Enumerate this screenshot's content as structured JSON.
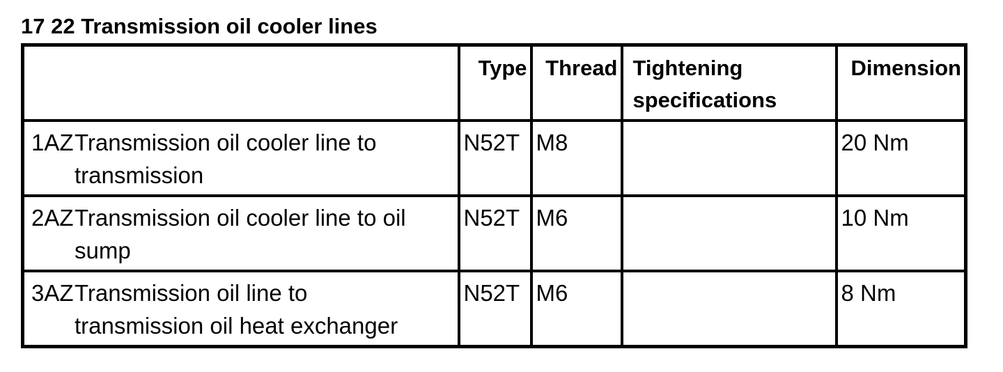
{
  "page": {
    "background_color": "#ffffff",
    "text_color": "#000000",
    "border_color": "#000000"
  },
  "title": "17 22 Transmission oil cooler lines",
  "table": {
    "columns": [
      {
        "key": "item",
        "label": "",
        "align": "left"
      },
      {
        "key": "type",
        "label": "Type",
        "align": "right"
      },
      {
        "key": "thread",
        "label": "Thread",
        "align": "right"
      },
      {
        "key": "tightening",
        "label": "Tightening specifications",
        "align": "left"
      },
      {
        "key": "dimension",
        "label": "Dimension",
        "align": "right"
      }
    ],
    "rows": [
      {
        "ref": "1AZ",
        "item": "Transmission oil cooler line to transmission",
        "type": "N52T",
        "thread": "M8",
        "tightening": "",
        "dimension": "20 Nm"
      },
      {
        "ref": "2AZ",
        "item": "Transmission oil cooler line to oil sump",
        "type": "N52T",
        "thread": "M6",
        "tightening": "",
        "dimension": "10 Nm"
      },
      {
        "ref": "3AZ",
        "item": "Transmission oil line to transmission oil heat exchanger",
        "type": "N52T",
        "thread": "M6",
        "tightening": "",
        "dimension": "8 Nm"
      }
    ]
  }
}
